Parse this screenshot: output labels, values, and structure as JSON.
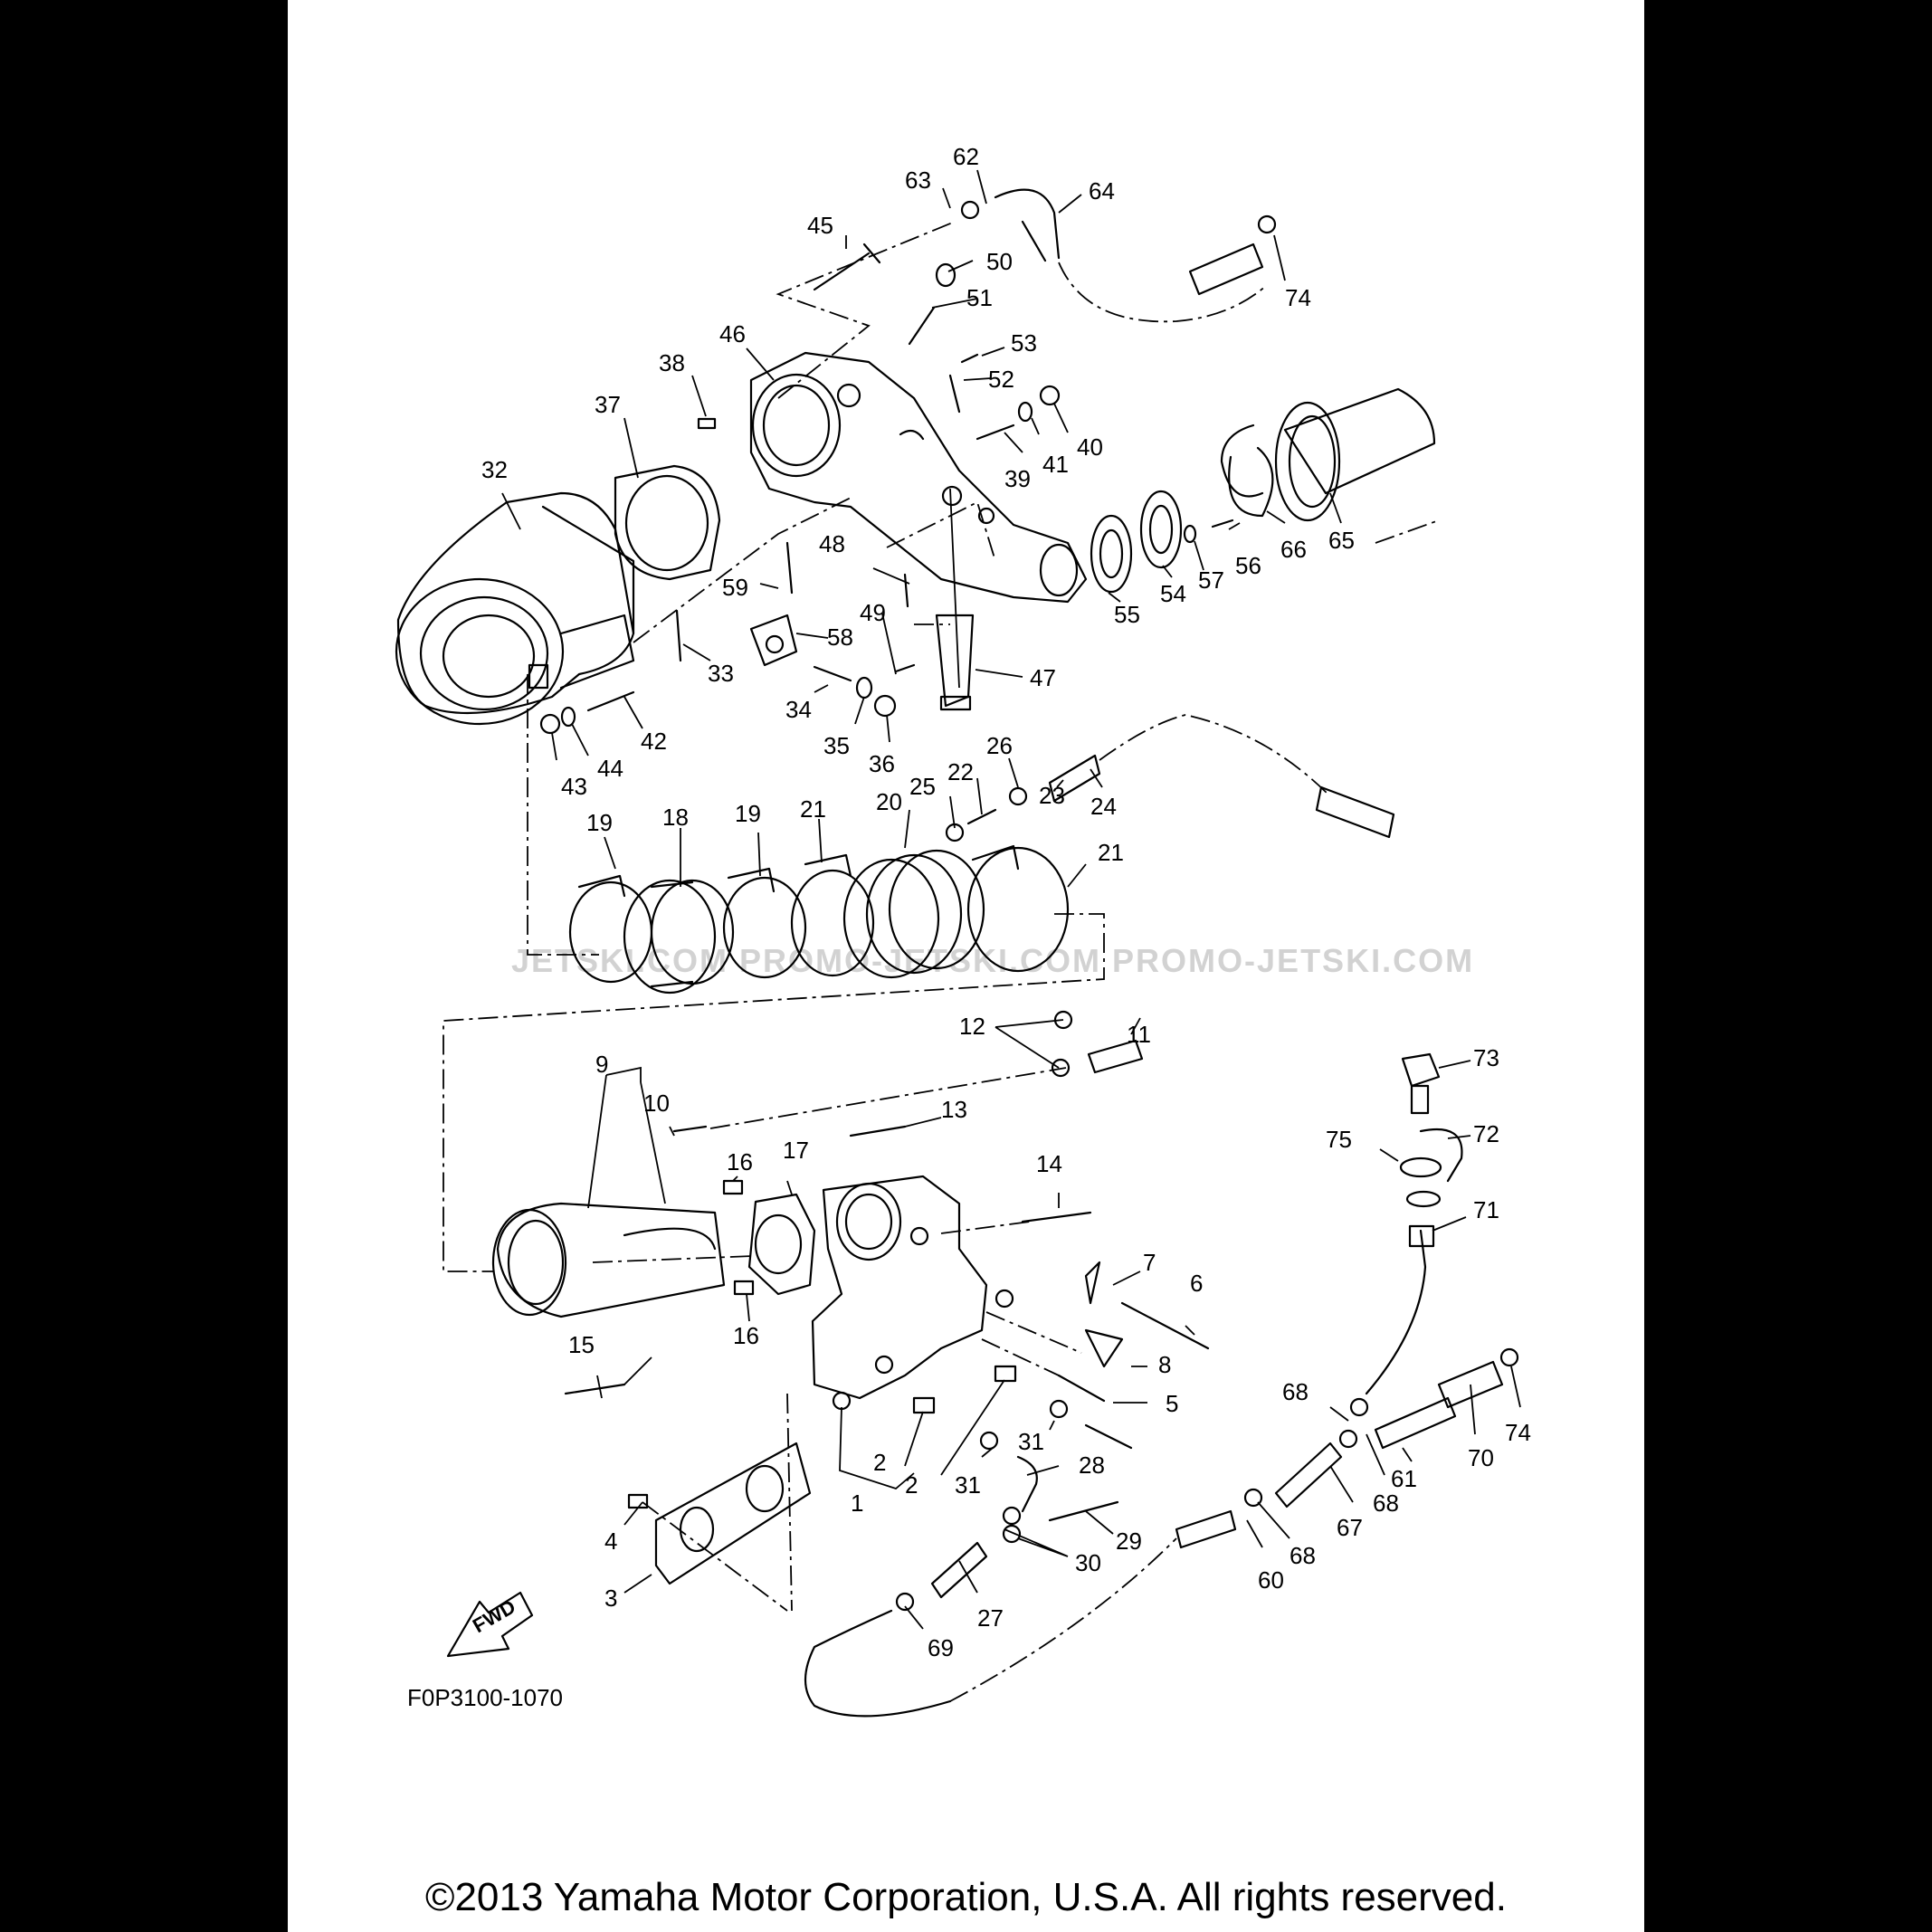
{
  "diagram": {
    "code": "F0P3100-1070",
    "fwd_label": "FWD",
    "watermark": "JETSKI.COM  PROMO-JETSKI.COM  PROMO-JETSKI.COM",
    "copyright": "©2013 Yamaha Motor Corporation, U.S.A. All rights reserved.",
    "callouts": [
      "1",
      "2",
      "3",
      "4",
      "5",
      "6",
      "7",
      "8",
      "9",
      "10",
      "11",
      "12",
      "13",
      "14",
      "15",
      "16",
      "17",
      "18",
      "19",
      "20",
      "21",
      "22",
      "23",
      "24",
      "25",
      "26",
      "27",
      "28",
      "29",
      "30",
      "31",
      "32",
      "33",
      "34",
      "35",
      "36",
      "37",
      "38",
      "39",
      "40",
      "41",
      "42",
      "43",
      "44",
      "45",
      "46",
      "47",
      "48",
      "49",
      "50",
      "51",
      "52",
      "53",
      "54",
      "55",
      "56",
      "57",
      "58",
      "59",
      "60",
      "61",
      "62",
      "63",
      "64",
      "65",
      "66",
      "67",
      "68",
      "69",
      "70",
      "71",
      "72",
      "73",
      "74",
      "75"
    ]
  }
}
